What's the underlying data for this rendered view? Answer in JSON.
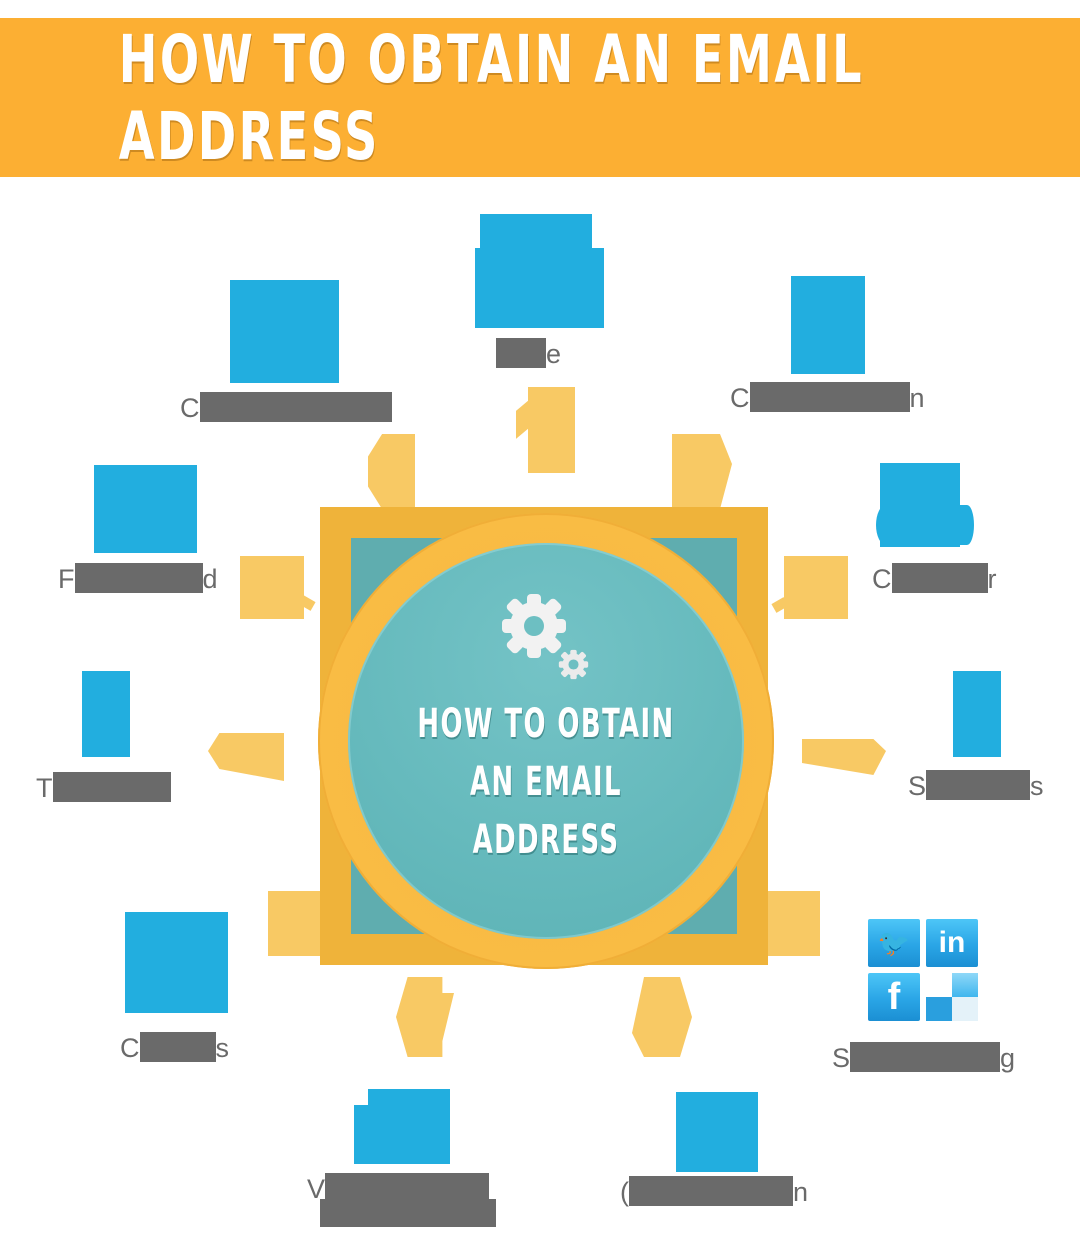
{
  "header": {
    "title": "HOW TO OBTAIN AN EMAIL ADDRESS",
    "background": "#fcaf33"
  },
  "hub": {
    "title_lines": [
      "HOW TO OBTAIN",
      "AN EMAIL",
      "ADDRESS"
    ],
    "icon": "gears-icon",
    "colors": {
      "ring": "#f9bd46",
      "inner": "#66babd",
      "square": "#efb33a"
    }
  },
  "nodes": [
    {
      "id": "top-left",
      "label_visible": "C",
      "label_redacted": true,
      "icon": "redacted-icon"
    },
    {
      "id": "top",
      "label_visible": "e",
      "label_redacted": true,
      "icon": "redacted-building-icon"
    },
    {
      "id": "top-right",
      "label_visible": "C",
      "label_tail": "n",
      "label_redacted": true,
      "icon": "redacted-icon"
    },
    {
      "id": "left-upper",
      "label_visible": "F",
      "label_tail": "d",
      "label_redacted": true,
      "icon": "redacted-icon"
    },
    {
      "id": "right-upper",
      "label_visible": "C",
      "label_tail": "r",
      "label_redacted": true,
      "icon": "redacted-cloud-icon"
    },
    {
      "id": "left-middle",
      "label_visible": "T",
      "label_redacted": true,
      "icon": "redacted-icon"
    },
    {
      "id": "right-middle",
      "label_visible": "S",
      "label_tail": "s",
      "label_redacted": true,
      "icon": "redacted-icon"
    },
    {
      "id": "left-lower",
      "label_visible": "C",
      "label_tail": "s",
      "label_redacted": true,
      "icon": "redacted-list-icon"
    },
    {
      "id": "right-lower",
      "label_visible": "S",
      "label_tail": "g",
      "label_redacted": true,
      "icon": "social-media-icons"
    },
    {
      "id": "bottom-left",
      "label_visible": "V",
      "label_redacted": true,
      "icon": "redacted-icon"
    },
    {
      "id": "bottom-right",
      "label_visible": "(",
      "label_tail": "n",
      "label_redacted": true,
      "icon": "redacted-icon"
    }
  ],
  "social_icons": [
    {
      "name": "twitter",
      "glyph": "🐦"
    },
    {
      "name": "linkedin",
      "glyph": "in"
    },
    {
      "name": "facebook",
      "glyph": "f"
    },
    {
      "name": "delicious",
      "glyph": ""
    }
  ],
  "colors": {
    "icon_blue": "#22aedf",
    "arrow": "#f8c964",
    "label_gray": "#6a6a6a"
  }
}
